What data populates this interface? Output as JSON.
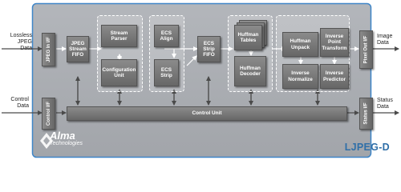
{
  "external": {
    "in_data": "Lossless JPEG\nData",
    "control_data": "Control\nData",
    "out_image": "Image\nData",
    "status_data": "Status\nData"
  },
  "interfaces": {
    "jpeg_in": "JPEG In I/F",
    "control": "Control I/F",
    "pixel_out": "Pixel Out I/F",
    "status": "Status I/F"
  },
  "blocks": {
    "fifo_in": "JPEG\nStream\nFIFO",
    "stream_parser": "Stream\nParser",
    "config_unit": "Configuration\nUnit",
    "ecs_align": "ECS Align",
    "ecs_strip": "ECS Strip",
    "ecs_fifo": "ECS Strip\nFIFO",
    "huff_tables": "Huffman\nTables",
    "huff_decoder": "Huffman\nDecoder",
    "huff_unpack": "Huffman\nUnpack",
    "inv_pt": "Inverse\nPoint\nTransform",
    "inv_norm": "Inverse\nNormalize",
    "inv_pred": "Inverse\nPredictor",
    "control_unit": "Control Unit"
  },
  "logo": {
    "name": "Alma",
    "sub": "Technologies"
  },
  "product": "LJPEG-D",
  "colors": {
    "core_bg": "#a9acb1",
    "core_border": "#3f86c8",
    "block": "#7a7a7a",
    "title": "#2f6fa8"
  }
}
